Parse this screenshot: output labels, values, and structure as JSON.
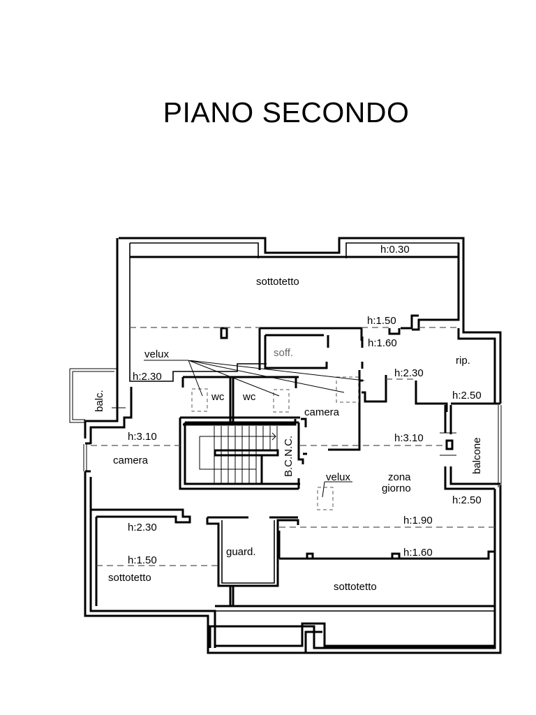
{
  "title": "PIANO SECONDO",
  "rooms": {
    "sottotetto_top": "sottotetto",
    "soff": "soff.",
    "rip": "rip.",
    "velux_top": "velux",
    "wc_1": "wc",
    "wc_2": "wc",
    "camera_center": "camera",
    "balc": "balc.",
    "camera_left": "camera",
    "bcnc": "B.C.N.C.",
    "velux_center": "velux",
    "zona_giorno_1": "zona",
    "zona_giorno_2": "giorno",
    "balcone": "balcone",
    "guard": "guard.",
    "sottotetto_left": "sottotetto",
    "sottotetto_bottom": "sottotetto"
  },
  "heights": {
    "top_right": "h:0.30",
    "upper_dash": "h:1.50",
    "soff_right": "h:1.60",
    "left_upper": "h:2.30",
    "rip_left": "h:2.30",
    "rip_bottom": "h:2.50",
    "left_mid": "h:3.10",
    "right_mid": "h:3.10",
    "balcone_bottom": "h:2.50",
    "lower_left_1": "h:2.30",
    "lower_left_2": "h:1.50",
    "lower_right_1": "h:1.90",
    "lower_right_2": "h:1.60"
  }
}
